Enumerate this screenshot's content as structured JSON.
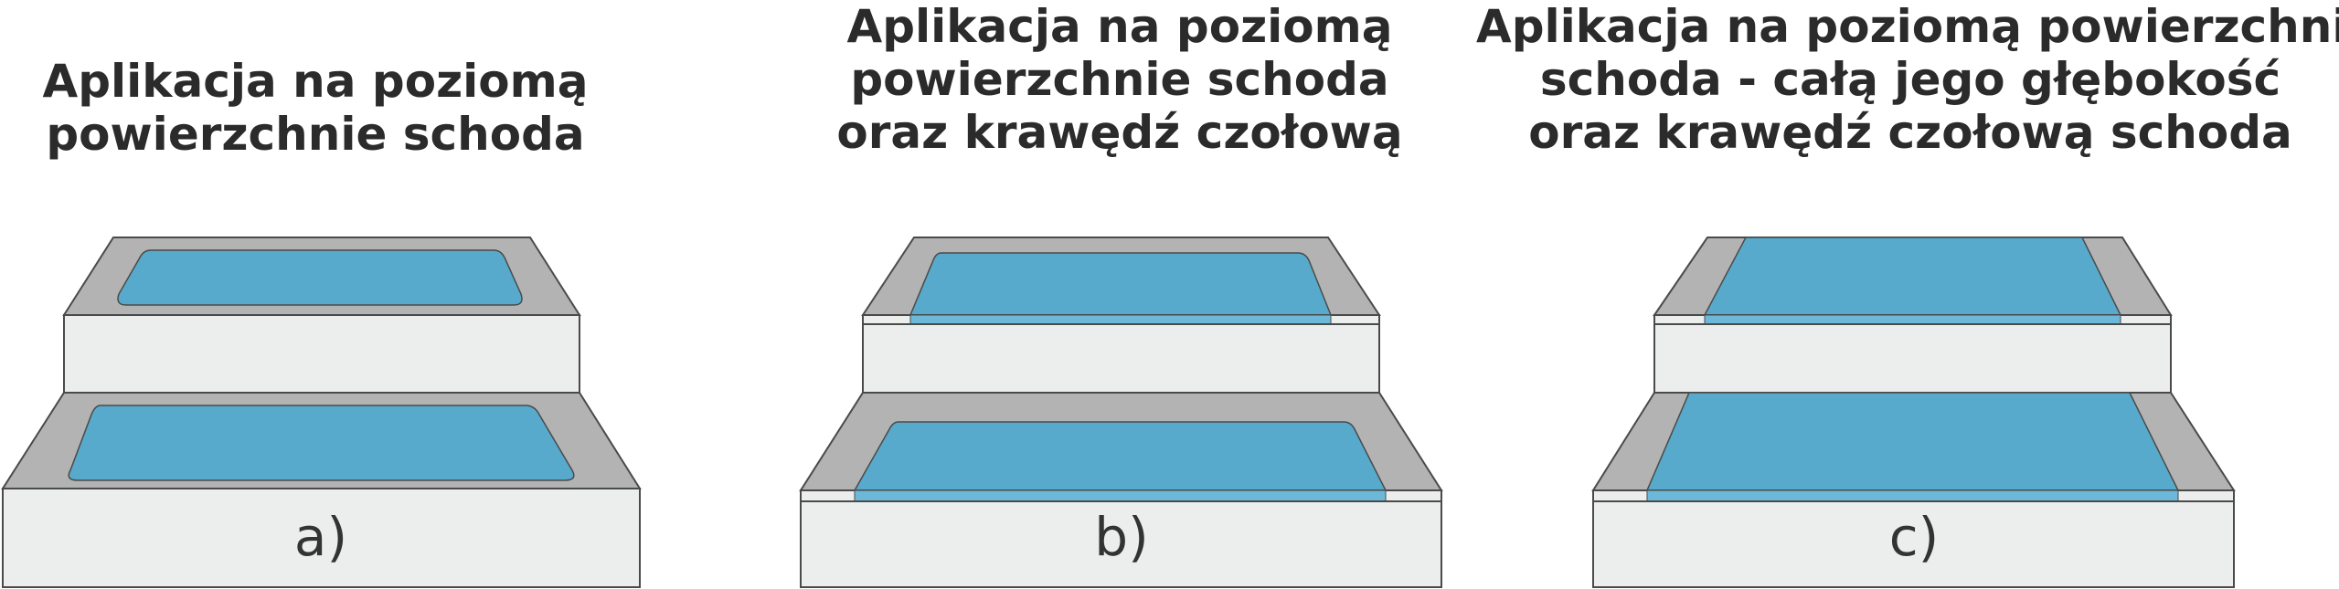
{
  "titles": {
    "a": [
      "Aplikacja na poziomą",
      "powierzchnie schoda"
    ],
    "b": [
      "Aplikacja na poziomą",
      "powierzchnie schoda",
      "oraz krawędź czołową"
    ],
    "c": [
      "Aplikacja na poziomą powierzchnie",
      "schoda - całą jego głębokość",
      "oraz krawędź czołową schoda"
    ]
  },
  "labels": {
    "a": "a)",
    "b": "b)",
    "c": "c)"
  },
  "colors": {
    "tread": "#b3b3b3",
    "riser": "#eceded",
    "coating": "#57aacb",
    "coating_edge": "#6cb8d8",
    "outline": "#4a4a4a"
  }
}
